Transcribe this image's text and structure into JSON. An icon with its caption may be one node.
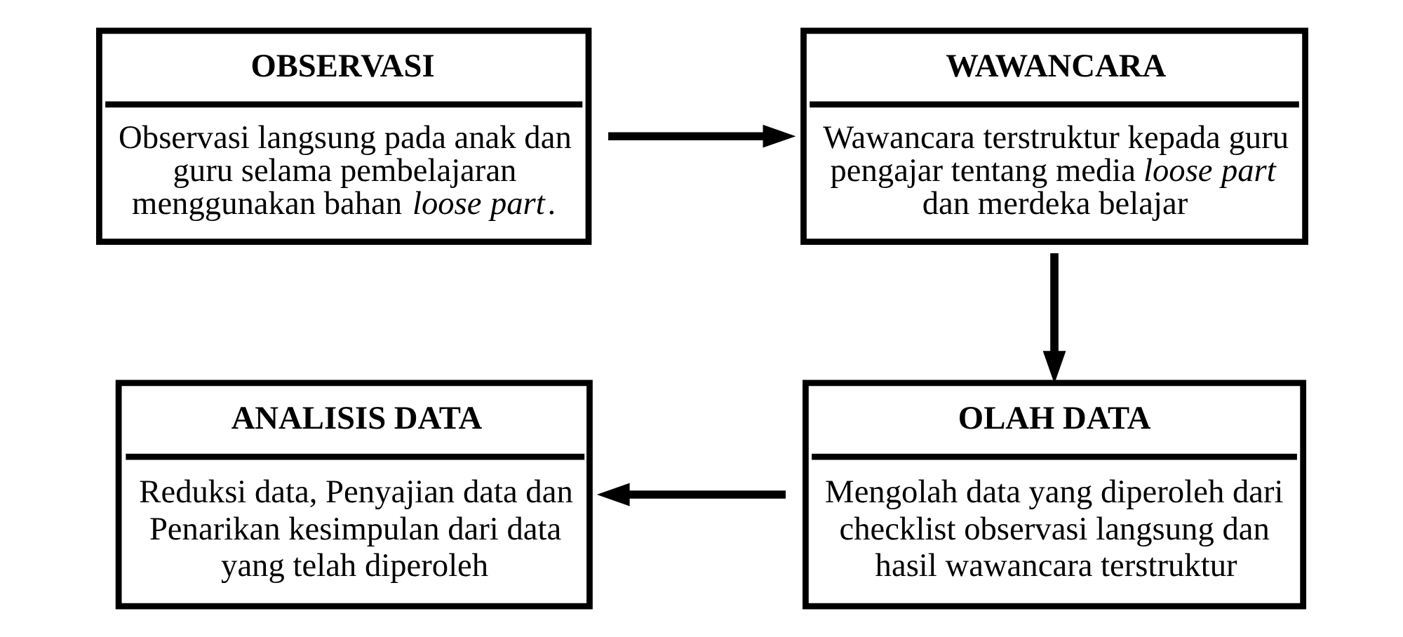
{
  "diagram": {
    "nodes": [
      {
        "text": [
          "OBSERVASI",
          "Observasi langsung pada anak dan guru selama pembelajaran menggunakan bahan *loose part*."
        ]
      },
      {
        "text": [
          "WAWANCARA",
          "Wawancara terstruktur kepada guru pengajar tentang media *loose part* dan merdeka belajar"
        ]
      },
      {
        "text": [
          "ANALISIS DATA",
          "Reduksi data, Penyajian data dan Penarikan kesimpulan dari data yang telah diperoleh"
        ]
      },
      {
        "text": [
          "OLAH DATA",
          "Mengolah data yang diperoleh dari checklist observasi langsung dan hasil wawancara terstruktur"
        ]
      }
    ],
    "edges": [
      {
        "from": 0,
        "to": 1,
        "arrow": "to"
      },
      {
        "from": 1,
        "to": 3,
        "arrow": "to"
      },
      {
        "from": 3,
        "to": 2,
        "arrow": "to"
      }
    ]
  }
}
